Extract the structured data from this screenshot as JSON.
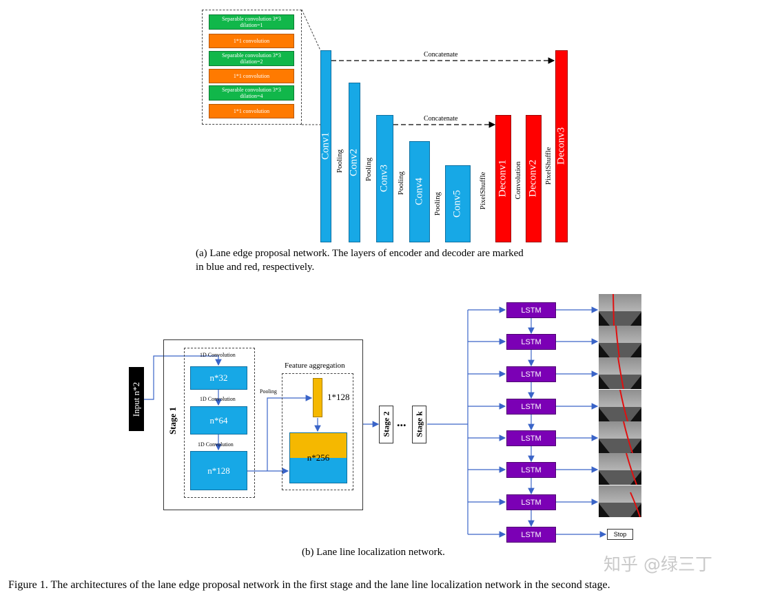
{
  "legend": {
    "items": [
      {
        "line1": "Separable convolution 3*3",
        "line2": "dilation=1",
        "kind": "green"
      },
      {
        "line1": "1*1 convolution",
        "line2": "",
        "kind": "orange"
      },
      {
        "line1": "Separable convolution 3*3",
        "line2": "dilation=2",
        "kind": "green"
      },
      {
        "line1": "1*1 convolution",
        "line2": "",
        "kind": "orange"
      },
      {
        "line1": "Separable convolution 3*3",
        "line2": "dilation=4",
        "kind": "green"
      },
      {
        "line1": "1*1 convolution",
        "line2": "",
        "kind": "orange"
      }
    ]
  },
  "network_a": {
    "encoder": [
      "Conv1",
      "Conv2",
      "Conv3",
      "Conv4",
      "Conv5"
    ],
    "decoder": [
      "Deconv1",
      "Deconv2",
      "Deconv3"
    ],
    "ops": [
      "Pooling",
      "Pooling",
      "Pooling",
      "Pooling",
      "PixelShuffle",
      "Convolution",
      "PixelShuffle"
    ],
    "concat_top": "Concatenate",
    "concat_mid": "Concatenate",
    "caption_line1": "(a)  Lane edge proposal network. The layers of encoder and decoder are marked",
    "caption_line2": "in blue and red, respectively."
  },
  "network_b": {
    "input_label": "Input n*2",
    "stage1_label": "Stage 1",
    "conv_labels": [
      "1D Convolution",
      "1D Convolution",
      "1D Convolution"
    ],
    "blocks": [
      "n*32",
      "n*64",
      "n*128"
    ],
    "pooling_label": "Pooling",
    "feature_title": "Feature aggregation",
    "pooled_label": "1*128",
    "agg_label": "n*256",
    "stage2_label": "Stage 2",
    "ellipsis": "...",
    "stagek_label": "Stage k",
    "lstm_label": "LSTM",
    "lstm_count": 8,
    "stop_label": "Stop",
    "caption": "(b)  Lane line localization network."
  },
  "figure_caption": "Figure 1. The architectures of the lane edge proposal network in the first stage and the lane line localization network in the second stage.",
  "watermark": "知乎 @绿三丁",
  "colors": {
    "encoder": "#17a8e6",
    "decoder": "#ff0000",
    "lstm": "#7b00b5",
    "aggregation": "#f5b800",
    "dark_box": "#000000"
  }
}
